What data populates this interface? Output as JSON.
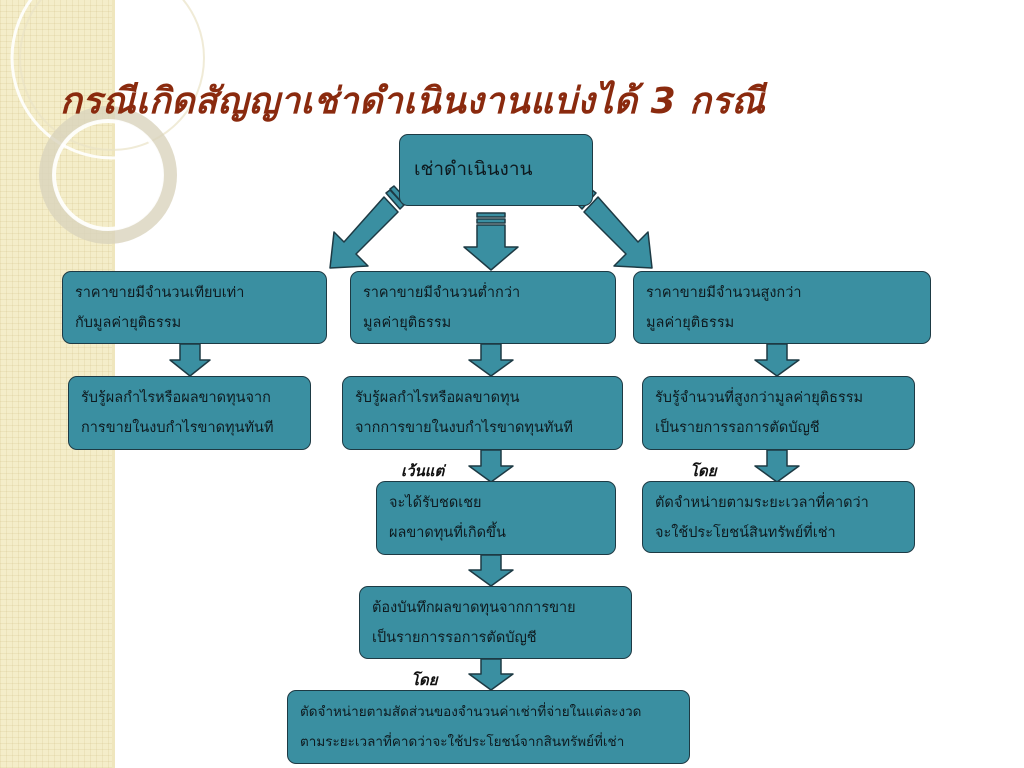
{
  "title": "กรณีเกิดสัญญาเช่าดำเนินงานแบ่งได้ 3 กรณี",
  "colors": {
    "box": "#3a8fa1",
    "border": "#1d3a44",
    "title": "#8a2a0e",
    "band": "#f4edc9"
  },
  "root": {
    "label": "เช่าดำเนินงาน"
  },
  "cases": [
    {
      "line1": "ราคาขายมีจำนวนเทียบเท่า",
      "line2": "กับมูลค่ายุติธรรม"
    },
    {
      "line1": "ราคาขายมีจำนวนต่ำกว่า",
      "line2": "มูลค่ายุติธรรม"
    },
    {
      "line1": "ราคาขายมีจำนวนสูงกว่า",
      "line2": "มูลค่ายุติธรรม"
    }
  ],
  "recognition": [
    {
      "line1": "รับรู้ผลกำไรหรือผลขาดทุนจาก",
      "line2": "การขายในงบกำไรขาดทุนทันที"
    },
    {
      "line1": "รับรู้ผลกำไรหรือผลขาดทุน",
      "line2": "จากการขายในงบกำไรขาดทุนทันที"
    },
    {
      "line1": "รับรู้จำนวนที่สูงกว่ามูลค่ายุติธรรม",
      "line2": "เป็นรายการรอการตัดบัญชี"
    }
  ],
  "notes": {
    "except": "เว้นแต่",
    "by_right": "โดย",
    "by_bottom": "โดย"
  },
  "compensation": {
    "line1": "จะได้รับชดเชย",
    "line2": "ผลขาดทุนที่เกิดขึ้น"
  },
  "amortize_right": {
    "line1": "ตัดจำหน่ายตามระยะเวลาที่คาดว่า",
    "line2": "จะใช้ประโยชน์สินทรัพย์ที่เช่า"
  },
  "deferred_loss": {
    "line1": "ต้องบันทึกผลขาดทุนจากการขาย",
    "line2": "เป็นรายการรอการตัดบัญชี"
  },
  "amortize_bottom": {
    "line1": "ตัดจำหน่ายตามสัดส่วนของจำนวนค่าเช่าที่จ่ายในแต่ละงวด",
    "line2": "ตามระยะเวลาที่คาดว่าจะใช้ประโยชน์จากสินทรัพย์ที่เช่า"
  }
}
